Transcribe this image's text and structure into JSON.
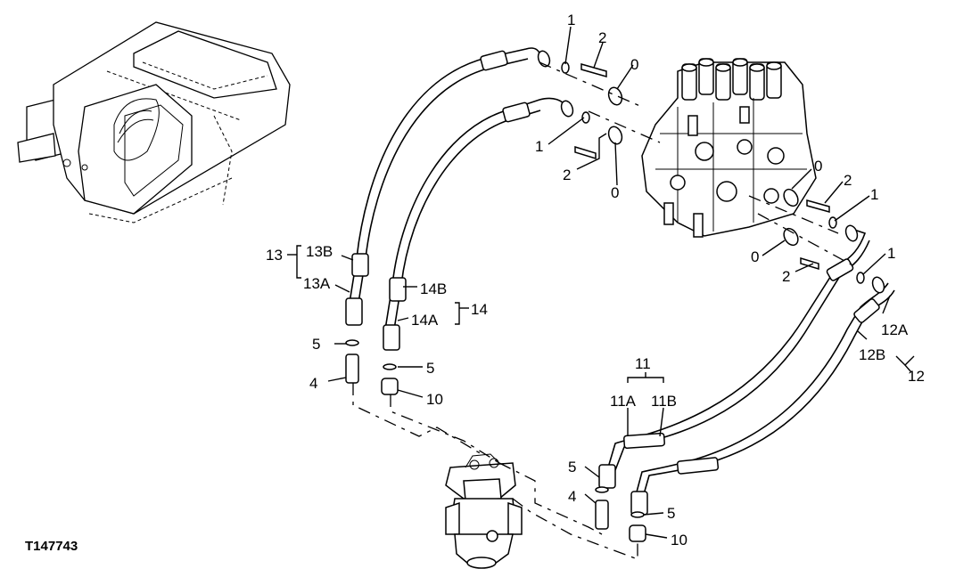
{
  "figure_id": "T147743",
  "callouts": {
    "c1_top": "1",
    "c2_top": "2",
    "c0_top": "0",
    "c1_mid": "1",
    "c2_mid": "2",
    "c0_mid": "0",
    "c0_right": "0",
    "c2_right": "2",
    "c1_right": "1",
    "c0_lower": "0",
    "c2_lower": "2",
    "c1_lower": "1",
    "c13": "13",
    "c13b": "13B",
    "c13a": "13A",
    "c14b": "14B",
    "c14": "14",
    "c14a": "14A",
    "c5_left": "5",
    "c4_left": "4",
    "c5_mid": "5",
    "c10_mid": "10",
    "c11": "11",
    "c11a": "11A",
    "c11b": "11B",
    "c12a": "12A",
    "c12b": "12B",
    "c12": "12",
    "c5_lowright": "5",
    "c4_lowright": "4",
    "c5_bottom": "5",
    "c10_bottom": "10"
  }
}
